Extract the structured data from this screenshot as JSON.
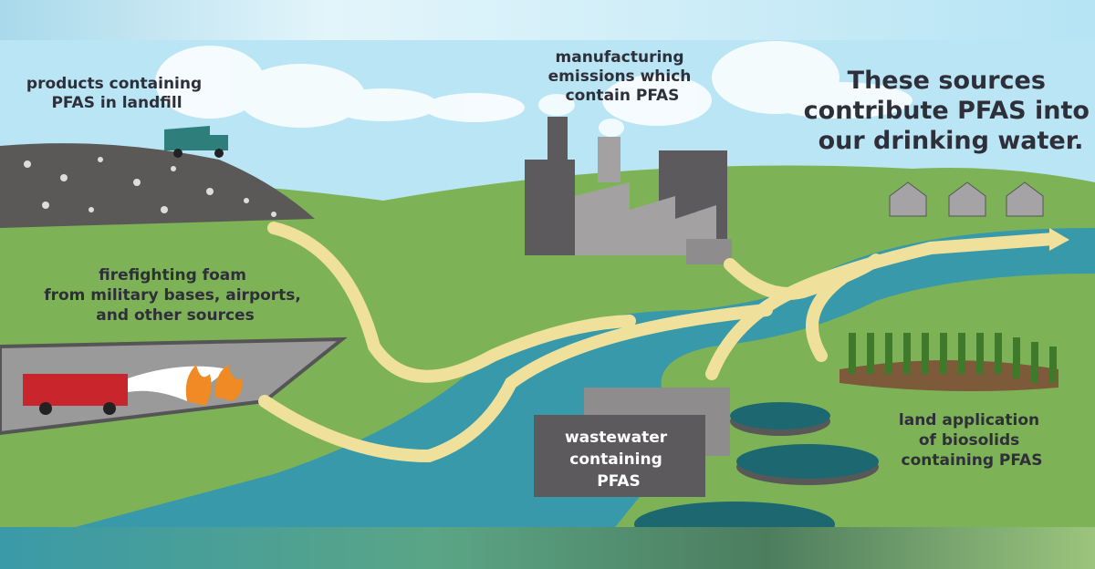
{
  "headline": [
    "These sources",
    "contribute PFAS into",
    "our drinking water."
  ],
  "labels": {
    "landfill": [
      "products containing",
      "PFAS in landfill"
    ],
    "manufacturing": [
      "manufacturing",
      "emissions which",
      "contain PFAS"
    ],
    "firefighting": [
      "firefighting foam",
      "from military bases, airports,",
      "and other sources"
    ],
    "wastewater": [
      "wastewater",
      "containing",
      "PFAS"
    ],
    "biosolids": [
      "land application",
      "of biosolids",
      "containing PFAS"
    ]
  },
  "colors": {
    "sky": "#b9e5f4",
    "grass": "#7db356",
    "river": "#3799a9",
    "arrow": "#efe19c",
    "building": "#5c5a5d"
  }
}
